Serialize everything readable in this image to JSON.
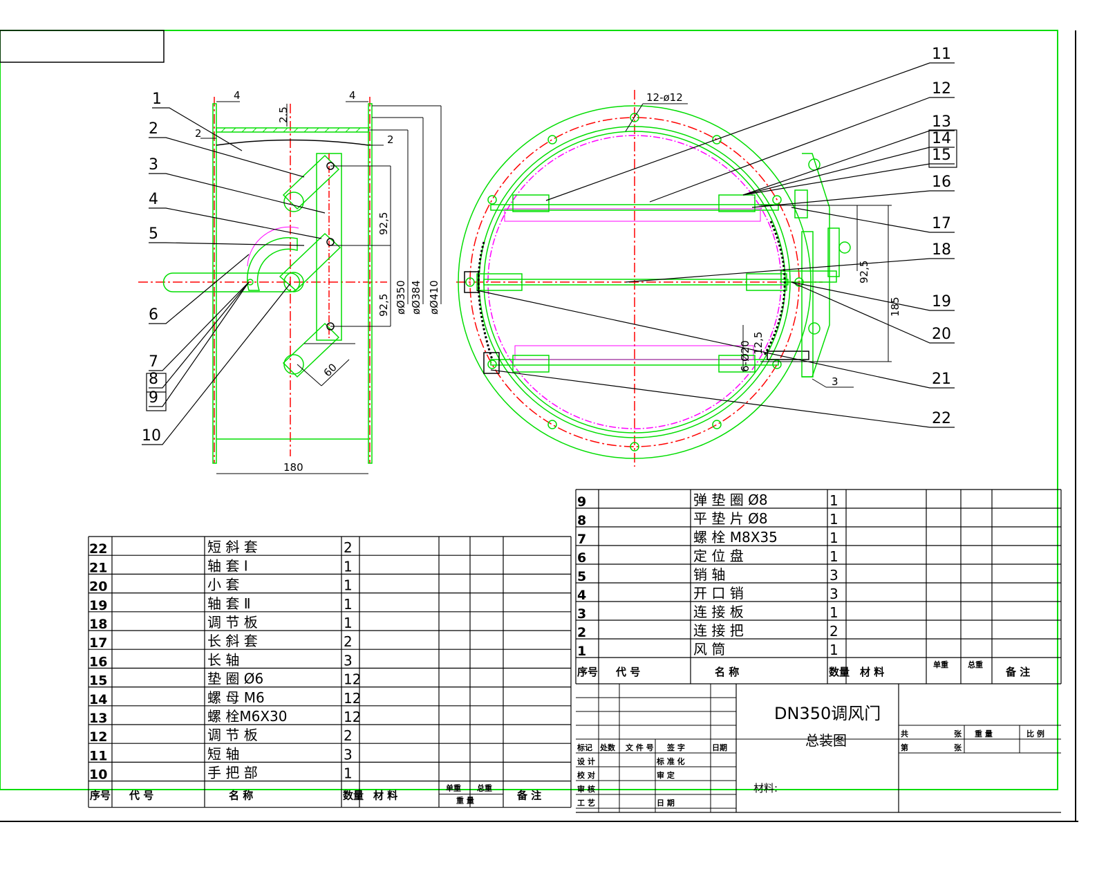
{
  "colors": {
    "outline": "#00dd00",
    "center": "#ff0000",
    "sleeve": "#ff00ff",
    "leader": "#000000",
    "frame": "#000000"
  },
  "title_box": {
    "line1": "DN350调风门",
    "line2": "总装图",
    "material_label": "材料:"
  },
  "left_view": {
    "dims": {
      "t1": "4",
      "t2": "4",
      "t3": "2.5",
      "t4": "2",
      "t5": "2",
      "v1": "92,5",
      "v2": "92,5",
      "d1": "øØ350",
      "d2": "øØ384",
      "d3": "øØ410",
      "a1": "60",
      "w": "180"
    }
  },
  "right_view": {
    "dims": {
      "holes": "12-ø12",
      "v1": "92,5",
      "v2": "185",
      "h2": "6-Ø20",
      "h2b": "12,5",
      "weld": "3"
    }
  },
  "callouts_left": [
    "1",
    "2",
    "3",
    "4",
    "5",
    "6",
    "7",
    "8",
    "9",
    "10"
  ],
  "callouts_right": [
    "11",
    "12",
    "13",
    "14",
    "15",
    "16",
    "17",
    "18",
    "19",
    "20",
    "21",
    "22"
  ],
  "bom_left": {
    "rows": [
      {
        "no": "22",
        "name": "短 斜 套",
        "qty": "2"
      },
      {
        "no": "21",
        "name": "轴 套 Ⅰ",
        "qty": "1"
      },
      {
        "no": "20",
        "name": "小 套",
        "qty": "1"
      },
      {
        "no": "19",
        "name": "轴 套 Ⅱ",
        "qty": "1"
      },
      {
        "no": "18",
        "name": "调 节 板",
        "qty": "1"
      },
      {
        "no": "17",
        "name": "长 斜 套",
        "qty": "2"
      },
      {
        "no": "16",
        "name": "长 轴",
        "qty": "3"
      },
      {
        "no": "15",
        "name": "垫 圈 Ø6",
        "qty": "12"
      },
      {
        "no": "14",
        "name": "螺 母 M6",
        "qty": "12"
      },
      {
        "no": "13",
        "name": "螺 栓M6X30",
        "qty": "12"
      },
      {
        "no": "12",
        "name": "调 节 板",
        "qty": "2"
      },
      {
        "no": "11",
        "name": "短 轴",
        "qty": "3"
      },
      {
        "no": "10",
        "name": "手 把 部",
        "qty": "1"
      }
    ],
    "header": {
      "seq": "序号",
      "code": "代 号",
      "name": "名 称",
      "qty": "数量",
      "mat": "材 料",
      "uw": "单重",
      "tw": "总重",
      "wt": "重 量",
      "rem": "备 注"
    }
  },
  "bom_right": {
    "rows": [
      {
        "no": "9",
        "name": "弹 垫 圈 Ø8",
        "qty": "1"
      },
      {
        "no": "8",
        "name": "平 垫 片 Ø8",
        "qty": "1"
      },
      {
        "no": "7",
        "name": "螺 栓 M8X35",
        "qty": "1"
      },
      {
        "no": "6",
        "name": "定 位 盘",
        "qty": "1"
      },
      {
        "no": "5",
        "name": "销 轴",
        "qty": "3"
      },
      {
        "no": "4",
        "name": "开 口 销",
        "qty": "3"
      },
      {
        "no": "3",
        "name": "连 接 板",
        "qty": "1"
      },
      {
        "no": "2",
        "name": "连 接 把",
        "qty": "2"
      },
      {
        "no": "1",
        "name": "风 筒",
        "qty": "1"
      }
    ]
  },
  "signoff": {
    "mark": "标记",
    "zone": "处数",
    "doc": "文 件 号",
    "sign": "签 字",
    "date": "日期",
    "design": "设 计",
    "check": "校 对",
    "review": "审 核",
    "craft": "工 艺",
    "std": "标 准 化",
    "approve": "审 定",
    "day": "日 期",
    "total": "共",
    "sheet": "第",
    "page1": "张",
    "page2": "张",
    "weight": "重 量",
    "scale": "比 例"
  }
}
